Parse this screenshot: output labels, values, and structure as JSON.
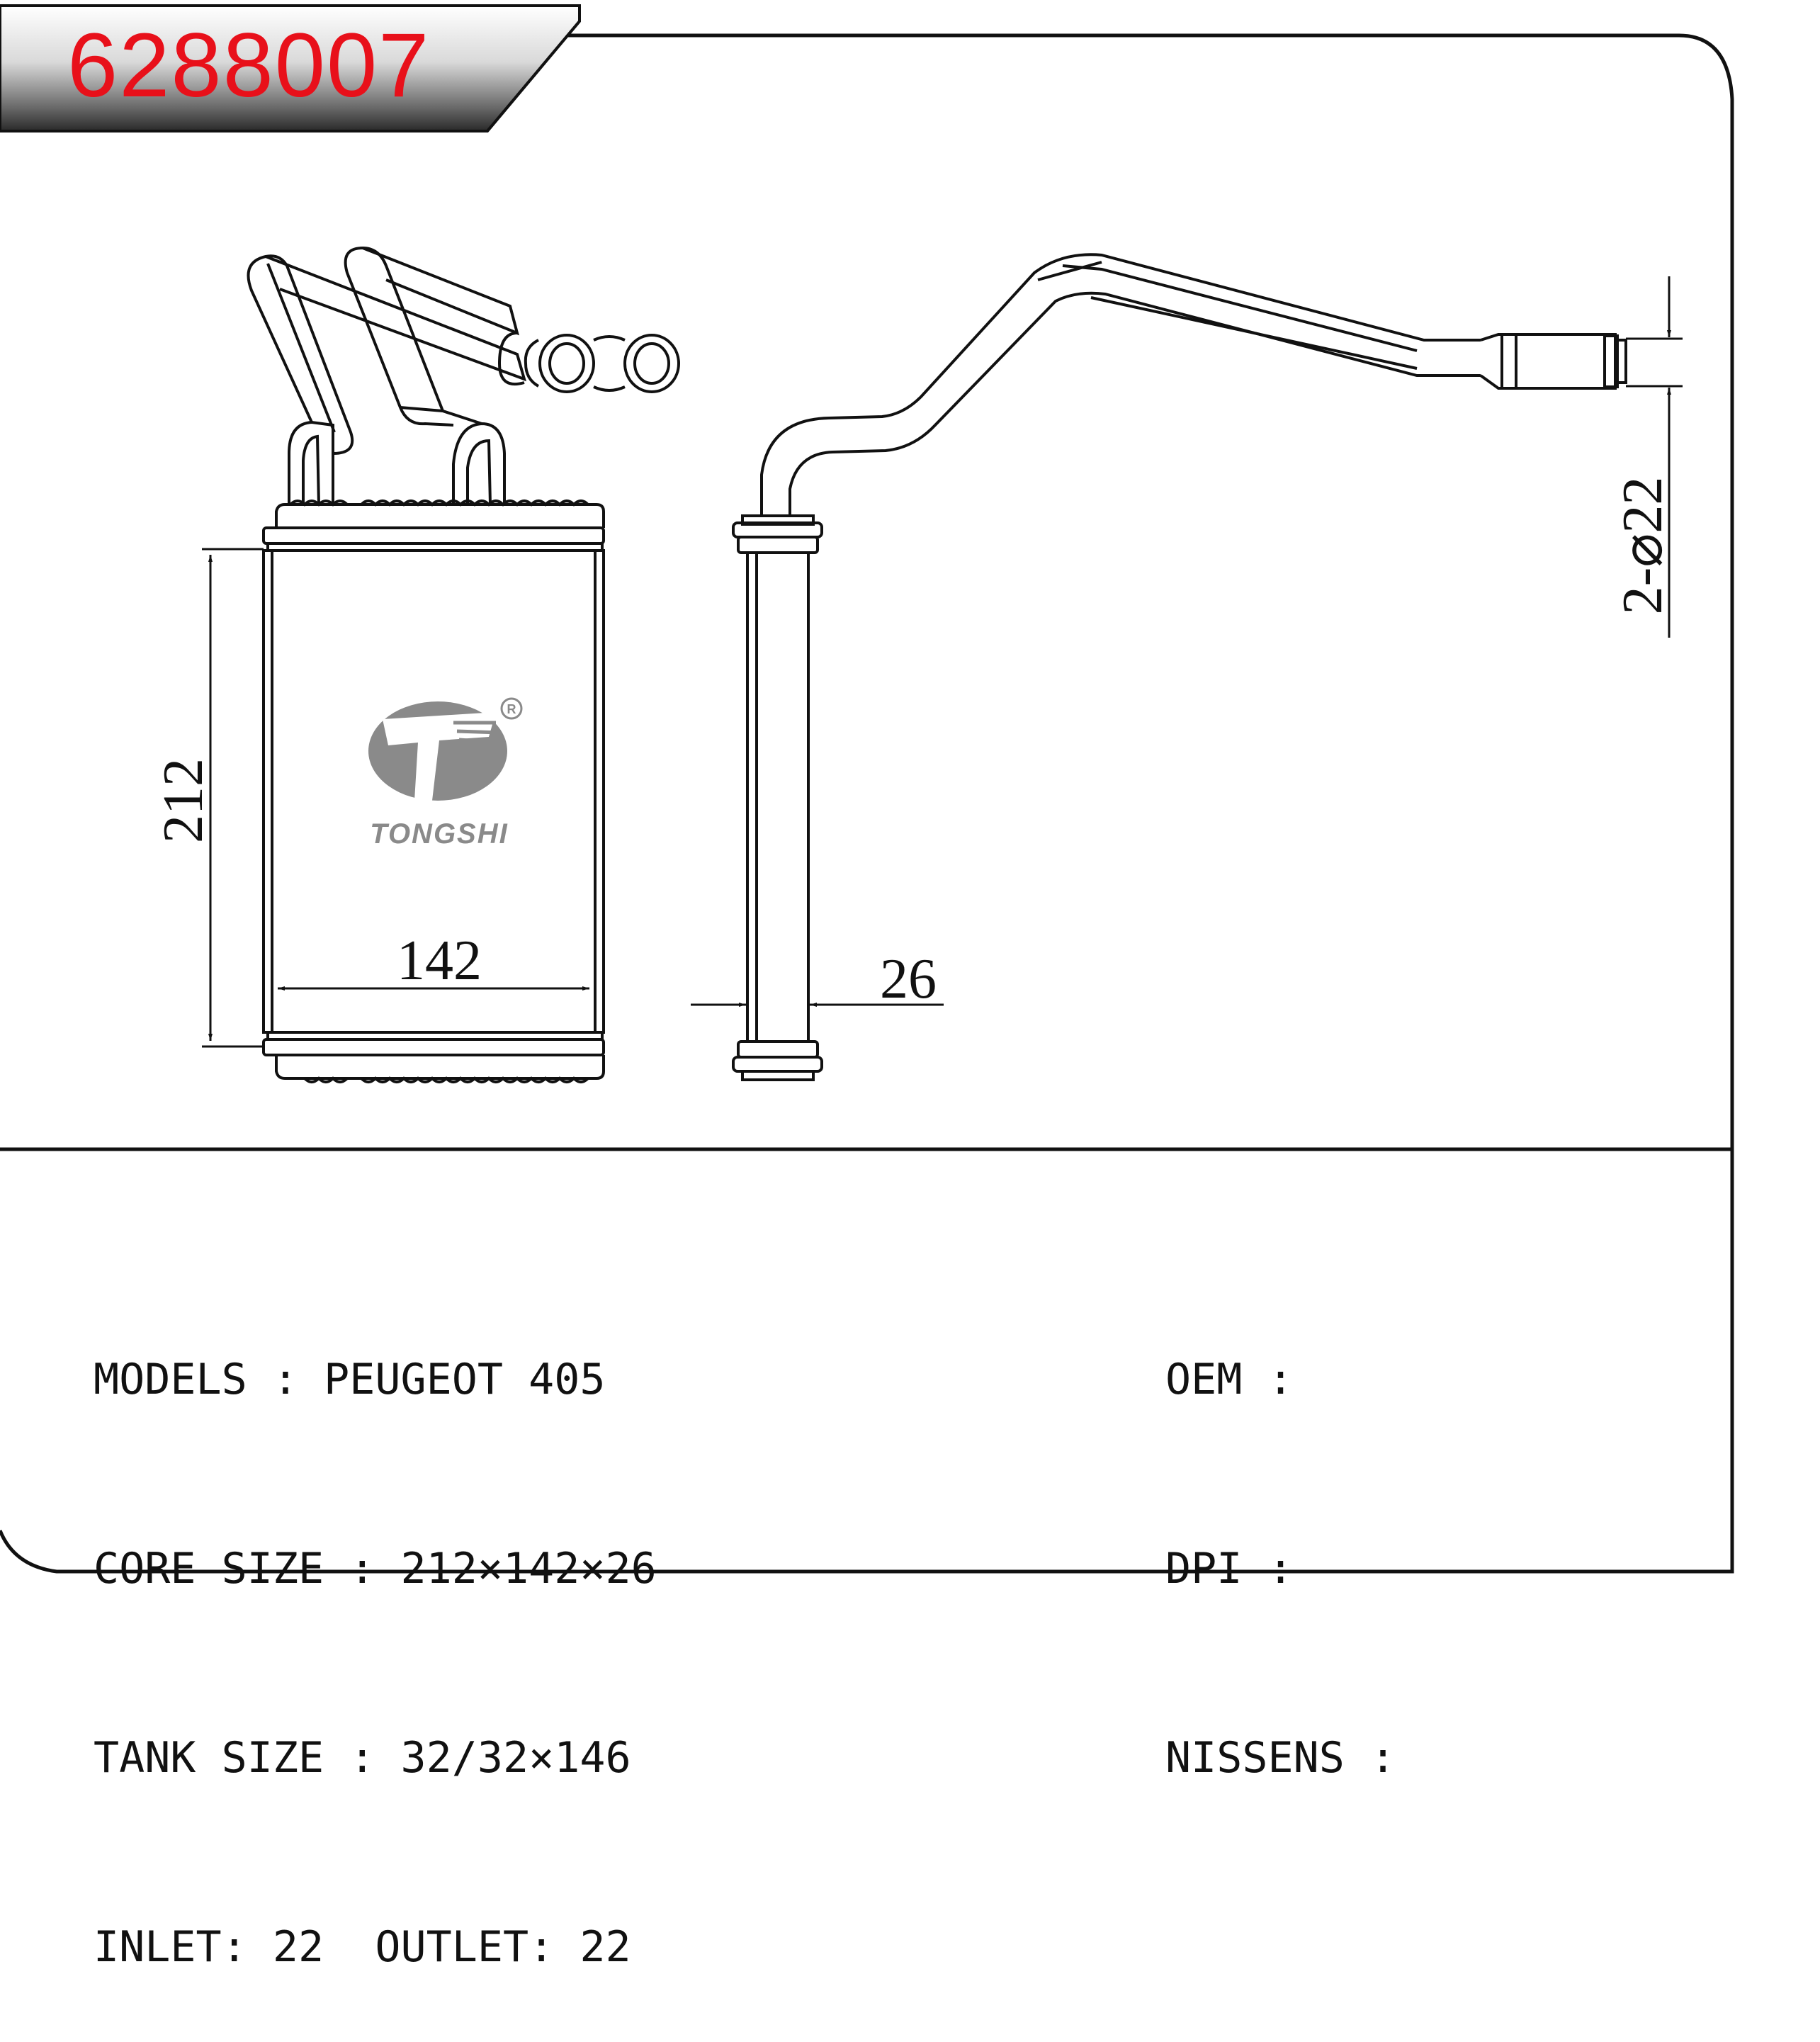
{
  "header": {
    "part_number": "6288007"
  },
  "logo": {
    "brand": "TONGSHI",
    "registered_mark": "R"
  },
  "dimensions": {
    "height": "212",
    "width": "142",
    "depth": "26",
    "pipe": "2-⌀22"
  },
  "specs": {
    "models_label": "MODELS",
    "models_value": "PEUGEOT 405",
    "core_size_label": "CORE SIZE",
    "core_size_value": "212×142×26",
    "tank_size_label": "TANK SIZE",
    "tank_size_value": "32/32×146",
    "inlet_label": "INLET:",
    "inlet_value": "22",
    "outlet_label": "OUTLET:",
    "outlet_value": "22",
    "oem_label": "OEM",
    "oem_value": "",
    "dpi_label": "DPI",
    "dpi_value": "",
    "nissens_label": "NISSENS",
    "nissens_value": ""
  },
  "colors": {
    "part_number": "#e8101a",
    "logo_gray": "#8a8a8a",
    "line": "#111111"
  }
}
